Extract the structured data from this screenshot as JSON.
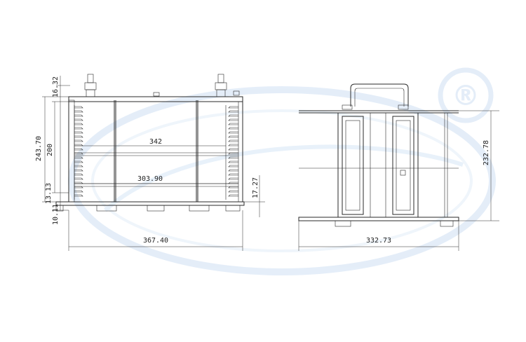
{
  "watermark": {
    "color": "#cfe0f4",
    "registered_mark": "®"
  },
  "drawing": {
    "line_color": "#2a2a2a",
    "front_view": {
      "dims": {
        "top_offset": "16.32",
        "overall_height": "243.70",
        "inner_height": "200",
        "bottom_offset_a": "13.13",
        "bottom_offset_b": "10.11",
        "right_offset": "17.27",
        "inner_width_a": "342",
        "inner_width_b": "303.90",
        "overall_width": "367.40"
      }
    },
    "side_view": {
      "dims": {
        "overall_height": "232.78",
        "overall_width": "332.73"
      }
    }
  }
}
